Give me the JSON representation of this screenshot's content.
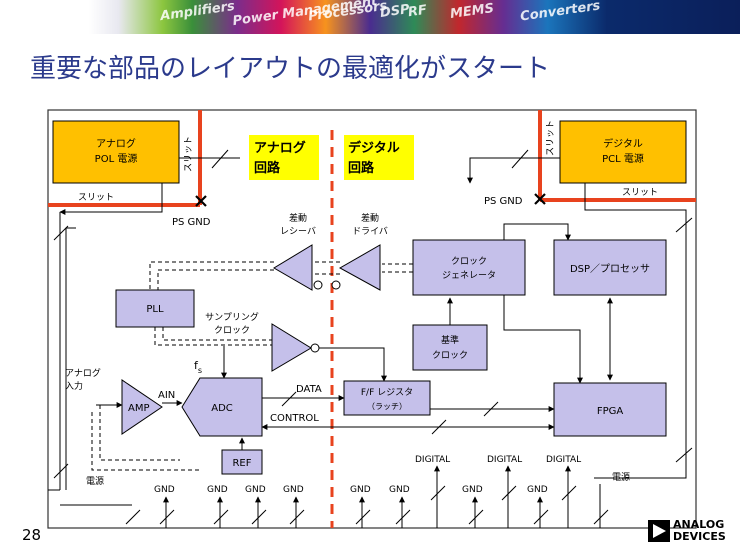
{
  "banner": {
    "words": [
      "Amplifiers",
      "Power Management",
      "Processors",
      "DSP",
      "RF",
      "MEMS",
      "Converters"
    ]
  },
  "slide": {
    "title": "重要な部品のレイアウトの最適化がスタート",
    "page": "28"
  },
  "logo": {
    "line1": "ANALOG",
    "line2": "DEVICES"
  },
  "diagram": {
    "pol": {
      "line1": "アナログ",
      "line2": "POL 電源"
    },
    "pcl": {
      "line1": "デジタル",
      "line2": "PCL 電源"
    },
    "slit_vertical": "スリット",
    "slit_horizontal": "スリット",
    "ps_gnd": "PS GND",
    "analog_circuit": {
      "line1": "アナログ",
      "line2": "回路"
    },
    "digital_circuit": {
      "line1": "デジタル",
      "line2": "回路"
    },
    "diff_receiver": {
      "line1": "差動",
      "line2": "レシーバ"
    },
    "diff_driver": {
      "line1": "差動",
      "line2": "ドライバ"
    },
    "clock_gen": {
      "line1": "クロック",
      "line2": "ジェネレータ"
    },
    "dsp": "DSP／プロセッサ",
    "pll": "PLL",
    "sampling_clock": {
      "line1": "サンプリング",
      "line2": "クロック"
    },
    "fs": "f",
    "fs_sub": "s",
    "ref_clock": {
      "line1": "基準",
      "line2": "クロック"
    },
    "analog_input": {
      "line1": "アナログ",
      "line2": "入力"
    },
    "amp": "AMP",
    "ain": "AIN",
    "adc": "ADC",
    "data": "DATA",
    "control": "CONTROL",
    "ff_register": {
      "line1": "F/F レジスタ",
      "line2": "（ラッチ）"
    },
    "fpga": "FPGA",
    "ref": "REF",
    "power": "電源",
    "gnd": "GND",
    "digital": "DIGITAL"
  },
  "colors": {
    "title": "#2b3a8c",
    "power_box": "#ffc000",
    "label_box": "#ffff00",
    "block": "#c5c0ea",
    "partition": "#e8431e",
    "board": "#ffffff"
  }
}
